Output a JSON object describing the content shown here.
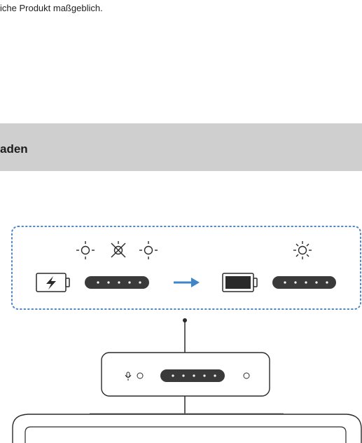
{
  "page": {
    "intro_text": "iche Produkt maßgeblich.",
    "section_title": "aden"
  },
  "diagram": {
    "colors": {
      "pill": "#3a3a3a",
      "arrow": "#3f86c9",
      "dotted_border": "#4f83c2",
      "outline": "#2a2a2a"
    },
    "charging_state": {
      "battery_icon": "battery-charging-icon",
      "led_state": "blinking",
      "led_count": 5
    },
    "charged_state": {
      "battery_icon": "battery-full-icon",
      "led_state": "steady",
      "led_count": 5
    },
    "transition_icon": "arrow-right-icon",
    "connector_icons": [
      "microphone-icon",
      "led-indicator-icon"
    ]
  }
}
